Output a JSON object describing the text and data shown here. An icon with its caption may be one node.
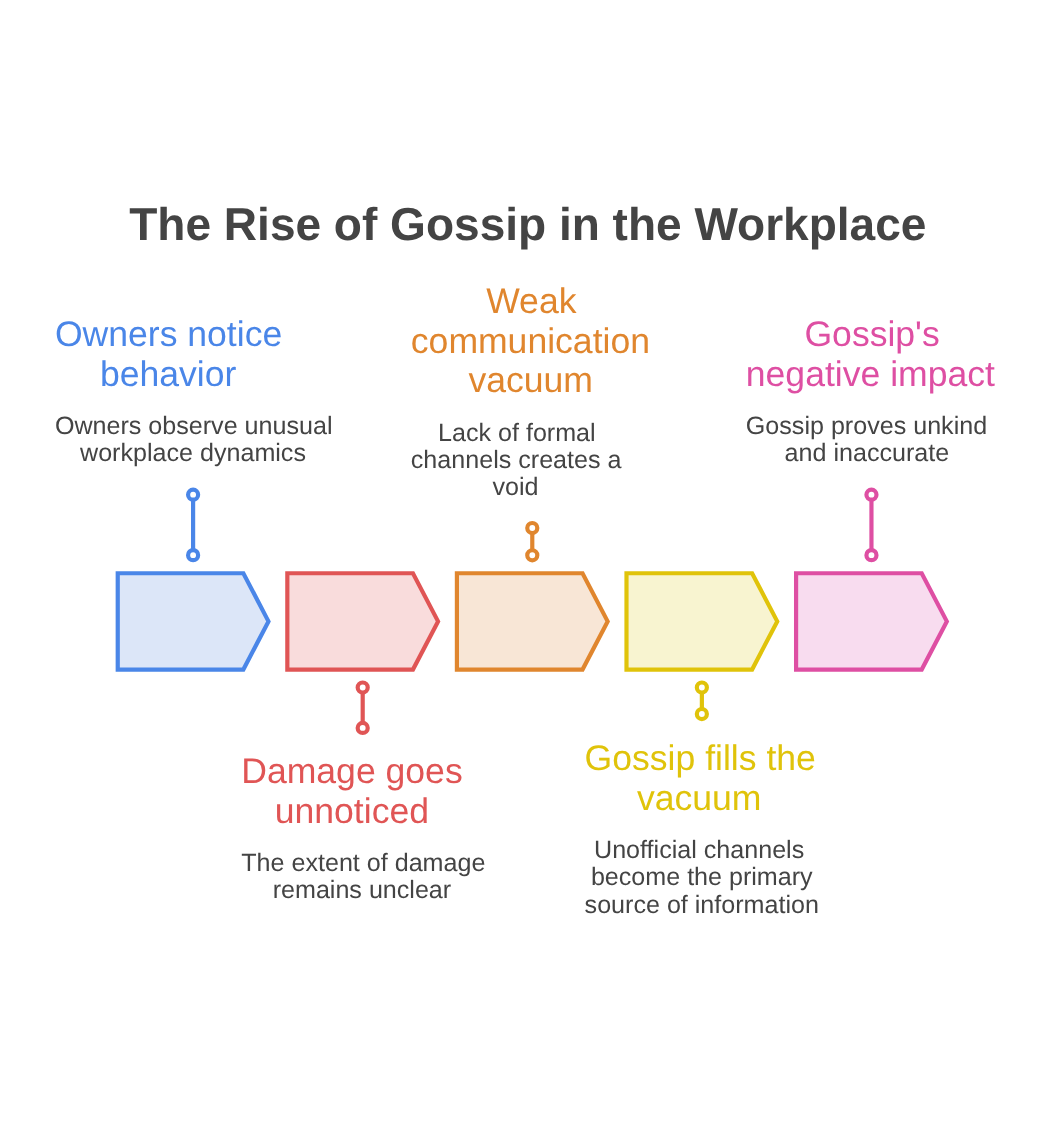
{
  "diagram": {
    "title": "The Rise of Gossip in the Workplace",
    "nodes": [
      {
        "text": [
          "Owners notice behavior",
          "Owners observe unusual workplace dynamics"
        ]
      },
      {
        "text": [
          "Damage goes unnoticed",
          "The extent of damage remains unclear"
        ]
      },
      {
        "text": [
          "Weak communication vacuum",
          "Lack of formal channels creates a void"
        ]
      },
      {
        "text": [
          "Gossip fills the vacuum",
          "Unofficial channels become the primary source of information"
        ]
      },
      {
        "text": [
          "Gossip's negative impact",
          "Gossip proves unkind and inaccurate"
        ]
      },
      {
        "text": [],
        "shape": "chevron"
      },
      {
        "text": [],
        "shape": "chevron"
      },
      {
        "text": [],
        "shape": "chevron"
      },
      {
        "text": [],
        "shape": "chevron"
      },
      {
        "text": [],
        "shape": "chevron"
      }
    ],
    "edges": [
      {
        "from": 0,
        "to": 5,
        "arrow": "other",
        "color": "#4a86e8"
      },
      {
        "from": 1,
        "to": 6,
        "arrow": "other",
        "color": "#e05555"
      },
      {
        "from": 2,
        "to": 7,
        "arrow": "other",
        "color": "#e0862e"
      },
      {
        "from": 3,
        "to": 8,
        "arrow": "other",
        "color": "#e0c30a"
      },
      {
        "from": 4,
        "to": 9,
        "arrow": "other",
        "color": "#de4fa3"
      }
    ]
  }
}
